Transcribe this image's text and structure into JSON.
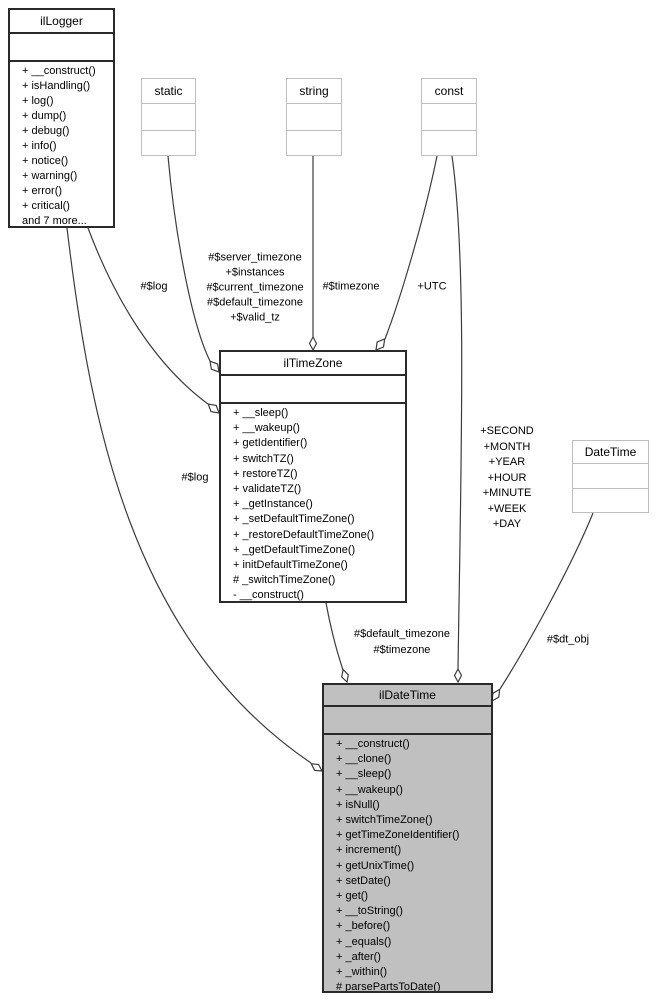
{
  "diagram": {
    "kind": "uml-collaboration-graph",
    "colors": {
      "node_fill": "#ffffff",
      "highlight_node_fill": "#c0c0c0",
      "dark_border": "#2a2a2a",
      "light_border": "#bfbfbf",
      "edge": "#3c3c3c",
      "text": "#000000"
    },
    "classes": {
      "illogger": {
        "title": "ilLogger",
        "methods": [
          "+ __construct()",
          "+ isHandling()",
          "+ log()",
          "+ dump()",
          "+ debug()",
          "+ info()",
          "+ notice()",
          "+ warning()",
          "+ error()",
          "+ critical()",
          "and 7 more..."
        ]
      },
      "static": {
        "title": "static"
      },
      "string": {
        "title": "string"
      },
      "const": {
        "title": "const"
      },
      "iltimezone": {
        "title": "ilTimeZone",
        "methods": [
          "+ __sleep()",
          "+ __wakeup()",
          "+ getIdentifier()",
          "+ switchTZ()",
          "+ restoreTZ()",
          "+ validateTZ()",
          "+ _getInstance()",
          "+ _setDefaultTimeZone()",
          "+ _restoreDefaultTimeZone()",
          "+ _getDefaultTimeZone()",
          "+ initDefaultTimeZone()",
          "# _switchTimeZone()",
          "- __construct()"
        ]
      },
      "datetime": {
        "title": "DateTime"
      },
      "ildatetime": {
        "title": "ilDateTime",
        "methods": [
          "+ __construct()",
          "+ __clone()",
          "+ __sleep()",
          "+ __wakeup()",
          "+ isNull()",
          "+ switchTimeZone()",
          "+ getTimeZoneIdentifier()",
          "+ increment()",
          "+ getUnixTime()",
          "+ setDate()",
          "+ get()",
          "+ __toString()",
          "+ _before()",
          "+ _equals()",
          "+ _after()",
          "+ _within()",
          "# parsePartsToDate()"
        ]
      }
    },
    "edge_labels": {
      "logger_to_timezone": "#$log",
      "static_to_timezone": "#$server_timezone\n+$instances\n#$current_timezone\n#$default_timezone\n+$valid_tz",
      "string_to_timezone": "#$timezone",
      "const_to_timezone": "+UTC",
      "const_to_datetime": "+SECOND\n+MONTH\n+YEAR\n+HOUR\n+MINUTE\n+WEEK\n+DAY",
      "logger_to_datetime": "#$log",
      "timezone_to_datetime": "#$default_timezone\n#$timezone",
      "datetime_to_ildatetime": "#$dt_obj"
    }
  }
}
